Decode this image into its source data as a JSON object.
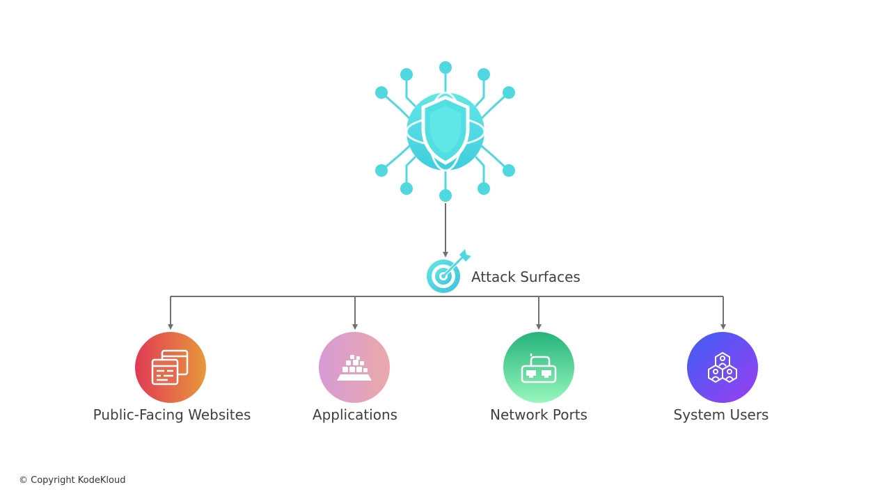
{
  "hub": {
    "label": "Attack Surfaces",
    "icon": "target-arrow-icon"
  },
  "top_icon": "globe-shield-network-icon",
  "nodes": [
    {
      "label": "Public-Facing Websites",
      "icon": "browser-windows-icon",
      "gradient": [
        "#e03a56",
        "#e8983a"
      ]
    },
    {
      "label": "Applications",
      "icon": "app-blocks-icon",
      "gradient": [
        "#d69ad6",
        "#eaa9a9"
      ]
    },
    {
      "label": "Network Ports",
      "icon": "ethernet-switch-icon",
      "gradient": [
        "#24b37a",
        "#98f7bd"
      ]
    },
    {
      "label": "System Users",
      "icon": "user-group-hex-icon",
      "gradient": [
        "#3f5ef5",
        "#9a3ff0"
      ]
    }
  ],
  "colors": {
    "accent": "#4fd8df",
    "connector": "#707070",
    "text": "#3f3f3f"
  },
  "footer": {
    "copyright": "© Copyright KodeKloud"
  }
}
